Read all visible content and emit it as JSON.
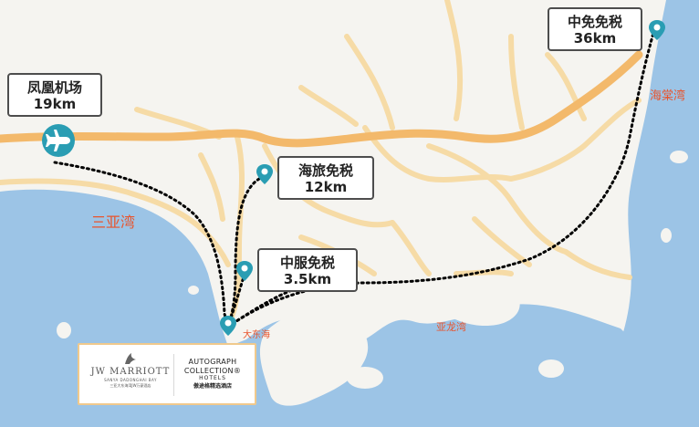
{
  "callouts": {
    "phoenix_airport": {
      "name": "凤凰机场",
      "distance": "19km"
    },
    "cdf_mall": {
      "name": "中免免税",
      "distance": "36km"
    },
    "hainan_tourism": {
      "name": "海旅免税",
      "distance": "12km"
    },
    "china_service": {
      "name": "中服免税",
      "distance": "3.5km"
    }
  },
  "water_labels": {
    "sanya_bay": "三亚湾",
    "haitang_bay": "海棠湾",
    "yalong_bay": "亚龙湾",
    "dadonghai": "大东海"
  },
  "hotel": {
    "jw_brand": "JW MARRIOTT",
    "jw_sub": "SANYA DADONGHAI BAY",
    "jw_cn": "三亚大东海湾JW万豪酒店",
    "ac_line1": "AUTOGRAPH",
    "ac_line2": "COLLECTION®",
    "ac_hotels": "HOTELS",
    "ac_cn": "傲途格精选酒店"
  },
  "colors": {
    "sea": "#9cc4e6",
    "land": "#f5f4f0",
    "road": "#f6dba6",
    "highway": "#f3b96b",
    "pin": "#2a9db3",
    "route": "#000000",
    "water_label": "#e8542d"
  },
  "icons": {
    "airport": "airplane-icon",
    "pin": "map-pin-icon"
  }
}
